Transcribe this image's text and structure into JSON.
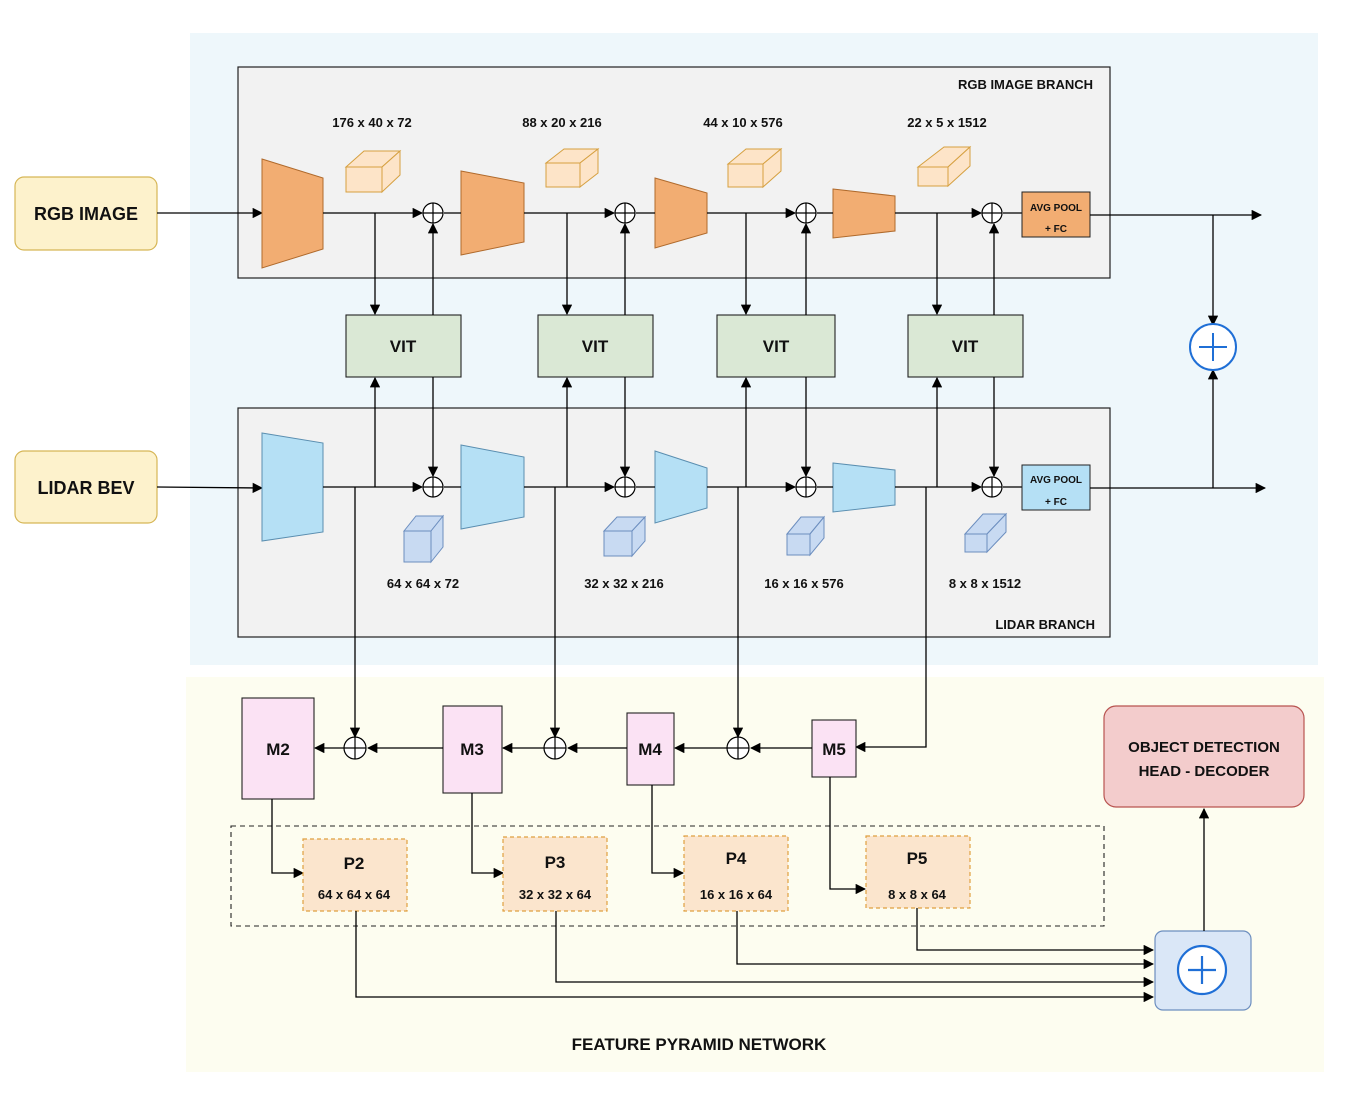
{
  "inputs": {
    "rgb": "RGB IMAGE",
    "lidar": "LIDAR BEV"
  },
  "branches": {
    "rgb": "RGB IMAGE BRANCH",
    "lidar": "LIDAR BRANCH"
  },
  "rgb_dims": [
    "176 x 40 x 72",
    "88 x 20 x 216",
    "44 x 10 x 576",
    "22 x 5 x 1512"
  ],
  "lidar_dims": [
    "64 x 64 x 72",
    "32 x 32 x 216",
    "16 x 16 x 576",
    "8 x 8 x 1512"
  ],
  "vit": [
    "VIT",
    "VIT",
    "VIT",
    "VIT"
  ],
  "avgpool": {
    "line1": "AVG POOL",
    "line2": "+ FC"
  },
  "fpn": {
    "title": "FEATURE PYRAMID NETWORK",
    "m": [
      "M2",
      "M3",
      "M4",
      "M5"
    ],
    "p": [
      {
        "name": "P2",
        "dim": "64 x 64 x 64"
      },
      {
        "name": "P3",
        "dim": "32 x 32 x 64"
      },
      {
        "name": "P4",
        "dim": "16 x 16 x 64"
      },
      {
        "name": "P5",
        "dim": "8 x 8 x 64"
      }
    ]
  },
  "head": {
    "line1": "OBJECT DETECTION",
    "line2": "HEAD - DECODER"
  },
  "colors": {
    "top_bg": "#eef7fb",
    "bottom_bg": "#fdfdf0",
    "branch_bg": "#f2f2f2",
    "input_fill": "#fdf2cc",
    "rgb_block": "#f2ad72",
    "lidar_block": "#b5e0f5",
    "vit_fill": "#dae8d5",
    "m_fill": "#fbe2f4",
    "p_fill": "#fbe5cd",
    "head_fill": "#f3cccc",
    "sum_fill": "#dae7f7",
    "sum_stroke": "#1f6fd6"
  }
}
